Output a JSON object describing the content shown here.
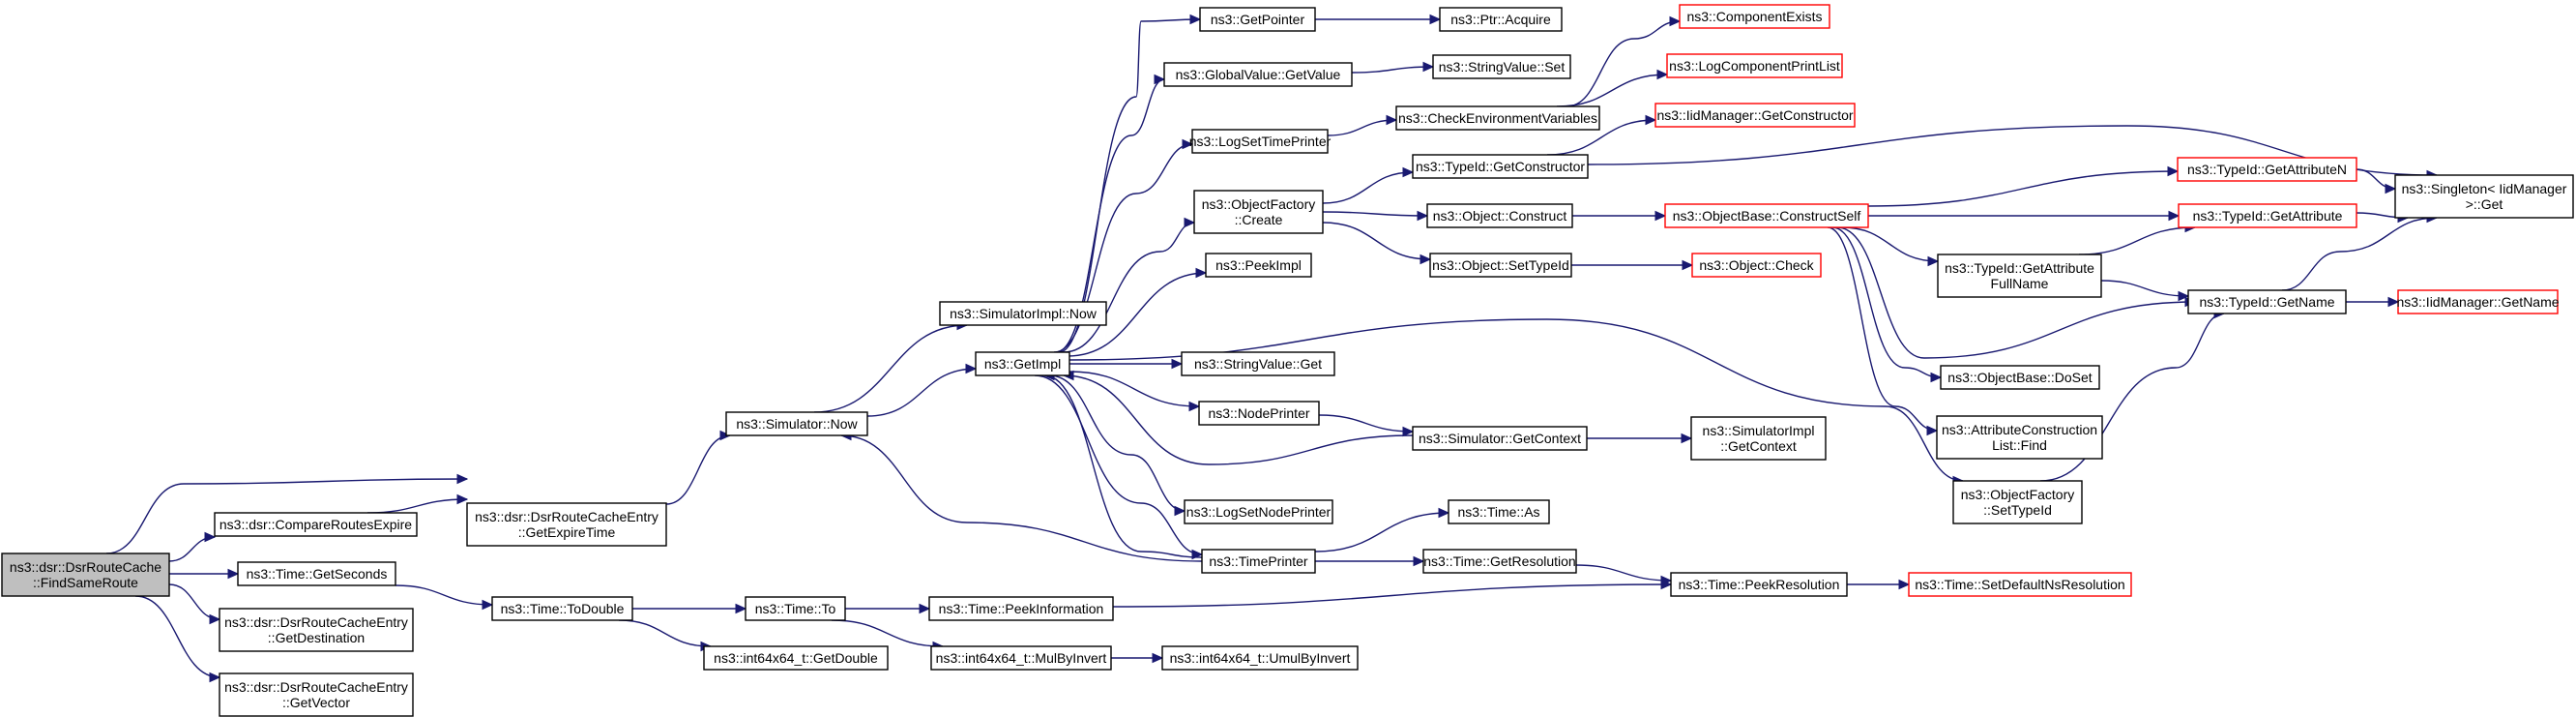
{
  "graph": {
    "nodes": [
      {
        "id": "root",
        "lines": [
          "ns3::dsr::DsrRouteCache",
          "::FindSameRoute"
        ],
        "root": true
      },
      {
        "id": "getexpire",
        "lines": [
          "ns3::dsr::DsrRouteCacheEntry",
          "::GetExpireTime"
        ]
      },
      {
        "id": "compare",
        "lines": [
          "ns3::dsr::CompareRoutesExpire"
        ]
      },
      {
        "id": "getseconds",
        "lines": [
          "ns3::Time::GetSeconds"
        ]
      },
      {
        "id": "getdest",
        "lines": [
          "ns3::dsr::DsrRouteCacheEntry",
          "::GetDestination"
        ]
      },
      {
        "id": "getvector",
        "lines": [
          "ns3::dsr::DsrRouteCacheEntry",
          "::GetVector"
        ]
      },
      {
        "id": "simnow",
        "lines": [
          "ns3::Simulator::Now"
        ]
      },
      {
        "id": "todouble",
        "lines": [
          "ns3::Time::ToDouble"
        ]
      },
      {
        "id": "simimplnow",
        "lines": [
          "ns3::SimulatorImpl::Now"
        ]
      },
      {
        "id": "getimpl",
        "lines": [
          "ns3::GetImpl"
        ]
      },
      {
        "id": "timeto",
        "lines": [
          "ns3::Time::To"
        ]
      },
      {
        "id": "i64getdouble",
        "lines": [
          "ns3::int64x64_t::GetDouble"
        ]
      },
      {
        "id": "getpointer",
        "lines": [
          "ns3::GetPointer"
        ]
      },
      {
        "id": "gvgetvalue",
        "lines": [
          "ns3::GlobalValue::GetValue"
        ]
      },
      {
        "id": "logsettime",
        "lines": [
          "ns3::LogSetTimePrinter"
        ]
      },
      {
        "id": "ofcreate",
        "lines": [
          "ns3::ObjectFactory",
          "::Create"
        ]
      },
      {
        "id": "peekimpl",
        "lines": [
          "ns3::PeekImpl"
        ]
      },
      {
        "id": "svget",
        "lines": [
          "ns3::StringValue::Get"
        ]
      },
      {
        "id": "nodeprinter",
        "lines": [
          "ns3::NodePrinter"
        ]
      },
      {
        "id": "logsetnode",
        "lines": [
          "ns3::LogSetNodePrinter"
        ]
      },
      {
        "id": "timeprinter",
        "lines": [
          "ns3::TimePrinter"
        ]
      },
      {
        "id": "peekinfo",
        "lines": [
          "ns3::Time::PeekInformation"
        ]
      },
      {
        "id": "mulbyinvert",
        "lines": [
          "ns3::int64x64_t::MulByInvert"
        ]
      },
      {
        "id": "ptracquire",
        "lines": [
          "ns3::Ptr::Acquire"
        ]
      },
      {
        "id": "svset",
        "lines": [
          "ns3::StringValue::Set"
        ]
      },
      {
        "id": "checkenv",
        "lines": [
          "ns3::CheckEnvironmentVariables"
        ]
      },
      {
        "id": "tidgetctor",
        "lines": [
          "ns3::TypeId::GetConstructor"
        ]
      },
      {
        "id": "objconstruct",
        "lines": [
          "ns3::Object::Construct"
        ]
      },
      {
        "id": "objsettid",
        "lines": [
          "ns3::Object::SetTypeId"
        ]
      },
      {
        "id": "simgetctx",
        "lines": [
          "ns3::Simulator::GetContext"
        ]
      },
      {
        "id": "timeas",
        "lines": [
          "ns3::Time::As"
        ]
      },
      {
        "id": "getresolution",
        "lines": [
          "ns3::Time::GetResolution"
        ]
      },
      {
        "id": "umulbyinvert",
        "lines": [
          "ns3::int64x64_t::UmulByInvert"
        ]
      },
      {
        "id": "compexists",
        "lines": [
          "ns3::ComponentExists"
        ],
        "red": true
      },
      {
        "id": "logcompprint",
        "lines": [
          "ns3::LogComponentPrintList"
        ],
        "red": true
      },
      {
        "id": "iidgetctor",
        "lines": [
          "ns3::IidManager::GetConstructor"
        ],
        "red": true
      },
      {
        "id": "obconstructself",
        "lines": [
          "ns3::ObjectBase::ConstructSelf"
        ],
        "red": true
      },
      {
        "id": "objcheck",
        "lines": [
          "ns3::Object::Check"
        ],
        "red": true
      },
      {
        "id": "simimplgetctx",
        "lines": [
          "ns3::SimulatorImpl",
          "::GetContext"
        ]
      },
      {
        "id": "ofsettid",
        "lines": [
          "ns3::ObjectFactory",
          "::SetTypeId"
        ]
      },
      {
        "id": "peekresolution",
        "lines": [
          "ns3::Time::PeekResolution"
        ]
      },
      {
        "id": "tidgetattrn",
        "lines": [
          "ns3::TypeId::GetAttributeN"
        ],
        "red": true
      },
      {
        "id": "tidgetattr",
        "lines": [
          "ns3::TypeId::GetAttribute"
        ],
        "red": true
      },
      {
        "id": "tidgetattrfull",
        "lines": [
          "ns3::TypeId::GetAttribute",
          "FullName"
        ]
      },
      {
        "id": "obdoset",
        "lines": [
          "ns3::ObjectBase::DoSet"
        ]
      },
      {
        "id": "acfind",
        "lines": [
          "ns3::AttributeConstruction",
          "List::Find"
        ]
      },
      {
        "id": "tidgetname",
        "lines": [
          "ns3::TypeId::GetName"
        ]
      },
      {
        "id": "setdefaultns",
        "lines": [
          "ns3::Time::SetDefaultNsResolution"
        ],
        "red": true
      },
      {
        "id": "singletonget",
        "lines": [
          "ns3::Singleton< IidManager",
          ">::Get"
        ]
      },
      {
        "id": "iidgetname",
        "lines": [
          "ns3::IidManager::GetName"
        ],
        "red": true
      }
    ]
  }
}
